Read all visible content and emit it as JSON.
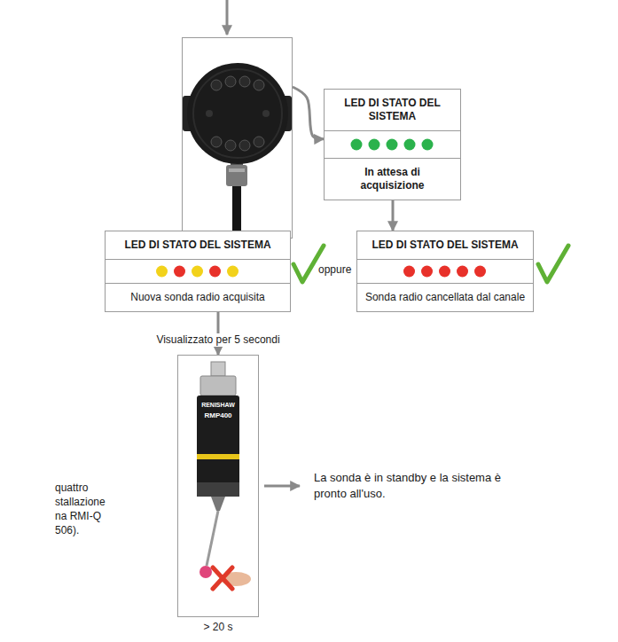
{
  "diagram": {
    "nodes": [
      {
        "text": [
          "RMI-Q"
        ]
      },
      {
        "text": [
          "LED DI STATO DEL SISTEMA",
          "In attesa di acquisizione"
        ]
      },
      {
        "text": [
          "LED DI STATO DEL SISTEMA",
          "Nuova sonda radio acquisita"
        ]
      },
      {
        "text": [
          "LED DI STATO DEL SISTEMA",
          "Sonda radio cancellata dal canale"
        ]
      },
      {
        "text": [
          "> 20 s"
        ]
      }
    ],
    "edges": [
      {
        "from": 0,
        "to": 1,
        "arrow": "to"
      },
      {
        "from": 1,
        "to": 3,
        "arrow": "to"
      },
      {
        "from": 2,
        "to": 4,
        "label": "Visualizzato per 5 secondi",
        "arrow": "to"
      }
    ],
    "labels": [
      "oppure",
      "La sonda è in standby e la sistema è pronto all'uso.",
      "quattro",
      "stallazione",
      "na RMI-Q",
      "506).",
      "RENISHAW",
      "RMP400"
    ]
  }
}
